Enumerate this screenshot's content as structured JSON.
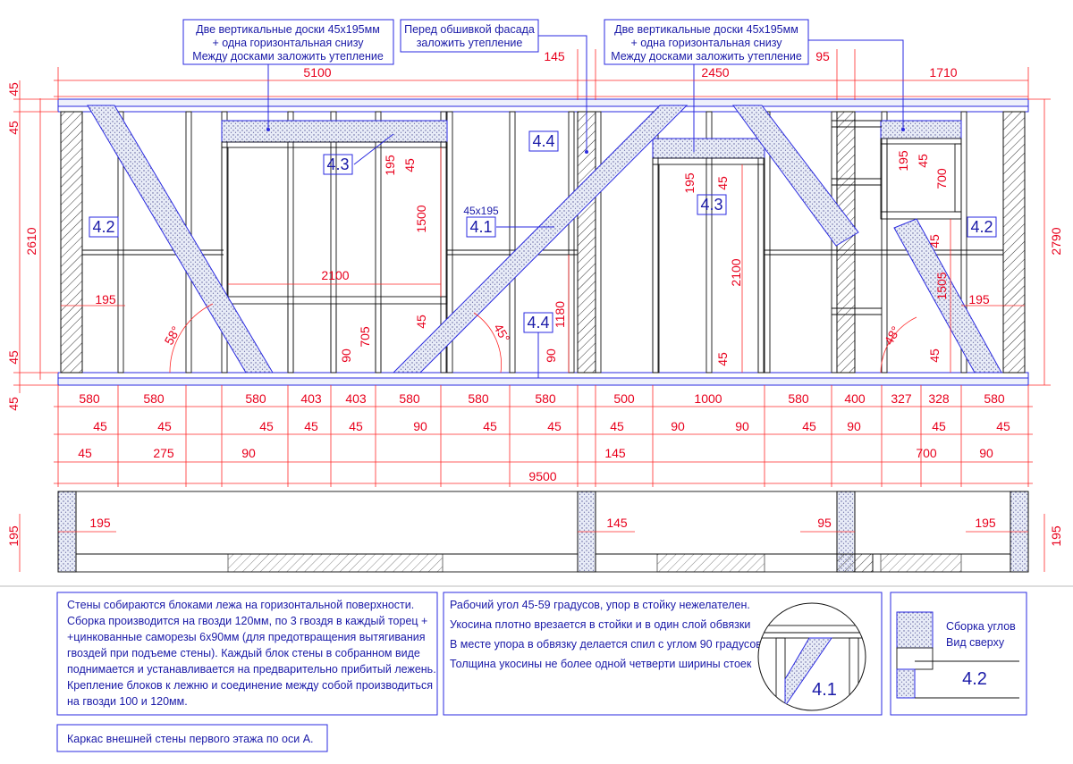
{
  "notes": {
    "top_left": [
      "Две вертикальные доски 45х195мм",
      "+ одна горизонтальная снизу",
      "Между досками заложить утепление"
    ],
    "top_mid": [
      "Перед обшивкой фасада",
      "заложить утепление"
    ],
    "top_right": [
      "Две вертикальные доски 45х195мм",
      "+ одна горизонтальная снизу",
      "Между досками заложить утепление"
    ]
  },
  "tags": {
    "t43a": "4.3",
    "t43b": "4.3",
    "t44a": "4.4",
    "t44b": "4.4",
    "t41": "4.1",
    "t42a": "4.2",
    "t42b": "4.2",
    "board_size": "45х195"
  },
  "dims": {
    "top_overall": [
      "5100",
      "145",
      "2450",
      "95",
      "1710"
    ],
    "left": [
      "45",
      "45",
      "2610",
      "45",
      "45"
    ],
    "right_height": "2790",
    "inside": {
      "d195a": "195",
      "d45a": "45",
      "d1500": "1500",
      "d2100w": "2100",
      "d45b": "45",
      "d705": "705",
      "d90a": "90",
      "d1180": "1180",
      "d90b": "90",
      "d195b": "195",
      "d45c": "45",
      "d2100h": "2100",
      "d45d": "45",
      "d195c": "195",
      "d45e": "45",
      "d700": "700",
      "d45f": "45",
      "d1505": "1505",
      "d45g": "45",
      "d195l": "195",
      "d195r": "195"
    },
    "angles": {
      "a58": "58°",
      "a45": "45°",
      "a48": "48°"
    },
    "bottom_row1": [
      "580",
      "580",
      "580",
      "403",
      "403",
      "580",
      "580",
      "580",
      "500",
      "1000",
      "580",
      "400",
      "327",
      "328",
      "580"
    ],
    "bottom_row2": [
      "45",
      "45",
      "45",
      "45",
      "45",
      "90",
      "45",
      "45",
      "45",
      "90",
      "90",
      "45",
      "90",
      "45",
      "45"
    ],
    "bottom_row3": [
      "45",
      "275",
      "90",
      "145",
      "700",
      "90"
    ],
    "overall": "9500",
    "plan": [
      "195",
      "195",
      "145",
      "95",
      "195",
      "195"
    ]
  },
  "text_main": [
    "Стены собираются блоками  лежа на горизонтальной поверхности.",
    "Сборка производится на гвозди 120мм, по 3 гвоздя в каждый торец +",
    "+цинкованные саморезы 6х90мм (для предотвращения вытягивания",
    "гвоздей при подъеме стены). Каждый блок стены в собранном виде",
    "поднимается и устанавливается на предварительно прибитый лежень.",
    "Крепление блоков к лежню и соединение между собой производиться",
    "на гвозди 100 и 120мм."
  ],
  "text_brace": [
    "Рабочий угол 45-59 градусов, упор в стойку нежелателен.",
    "Укосина плотно врезается в стойки и в один слой обвязки",
    "В месте упора в обвязку делается  спил с углом 90 градусов",
    "Толщина укосины не более одной четверти ширины стоек"
  ],
  "detail41": "4.1",
  "detail42": {
    "line1": "Сборка углов",
    "line2": "Вид сверху",
    "tag": "4.2"
  },
  "caption": "Каркас внешней стены первого этажа по оси А."
}
